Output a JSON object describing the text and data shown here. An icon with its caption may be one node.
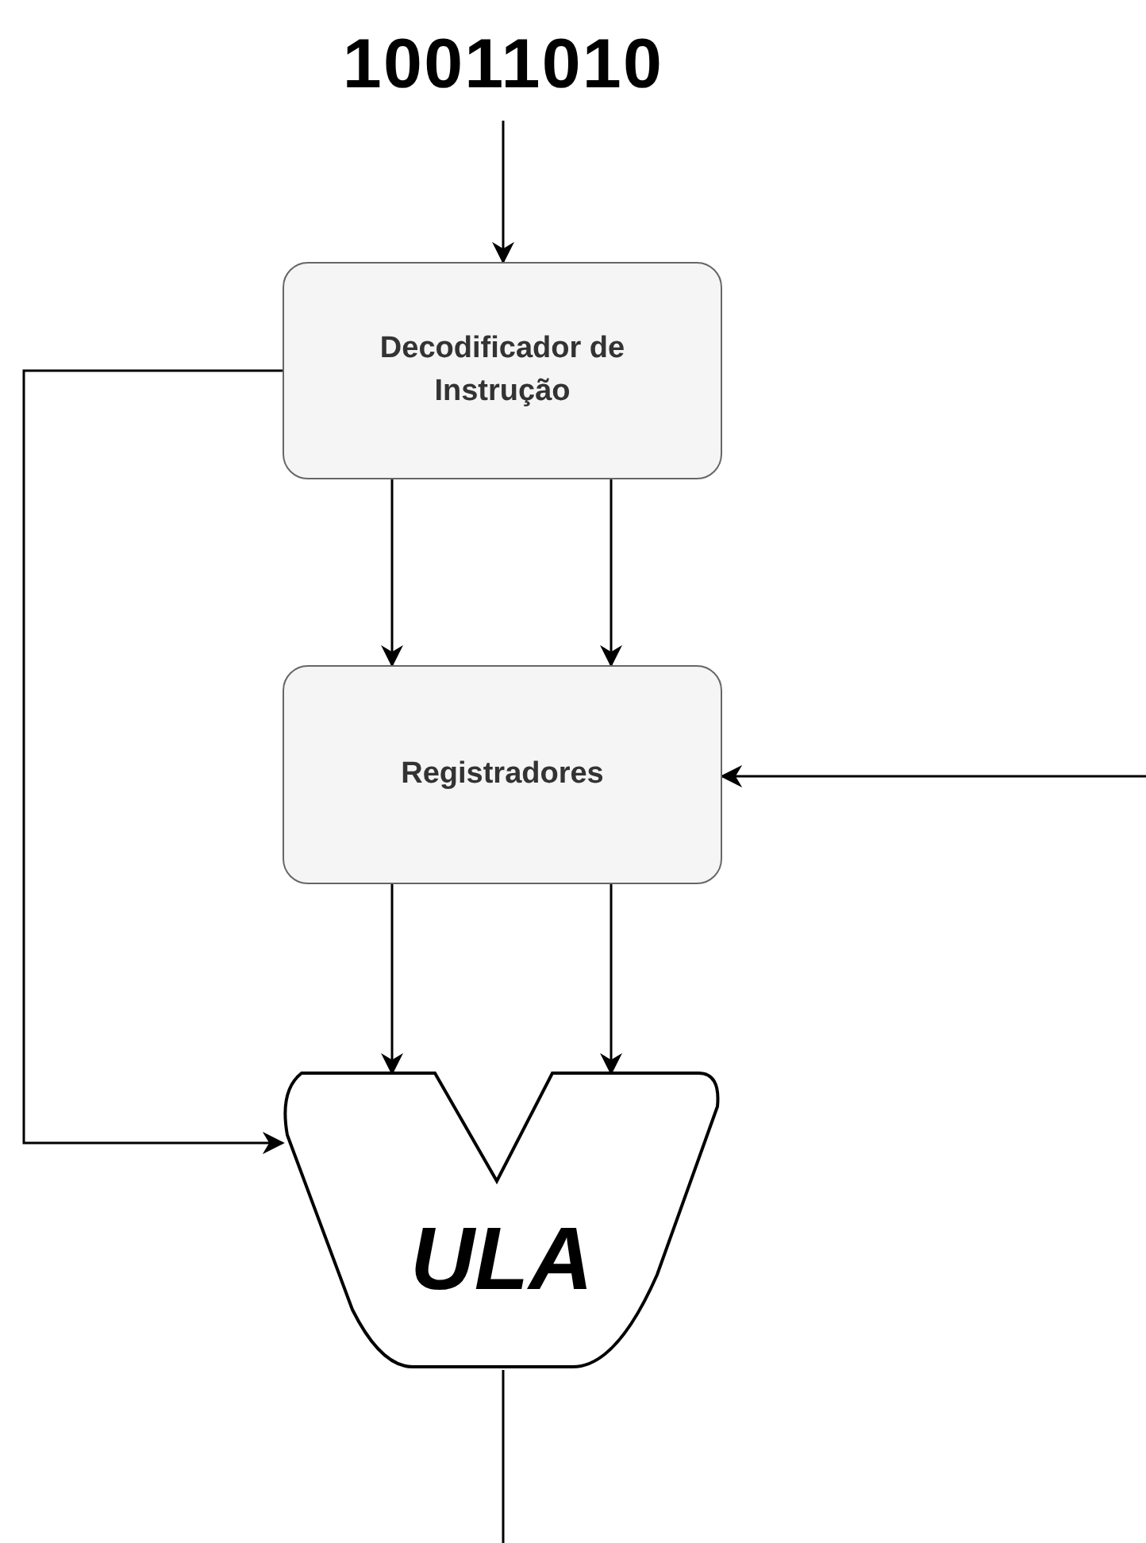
{
  "diagram": {
    "nodes": [
      {
        "text": [
          "10011010"
        ]
      },
      {
        "text": [
          "Decodificador de Instrução"
        ]
      },
      {
        "text": [
          "Registradores"
        ]
      },
      {
        "text": [
          "ULA"
        ]
      }
    ],
    "edges": [
      {
        "from": 0,
        "to": 1,
        "arrow": "to"
      },
      {
        "from": 1,
        "to": 2,
        "arrow": "to"
      },
      {
        "from": 1,
        "to": 2,
        "arrow": "to"
      },
      {
        "from": 2,
        "to": 3,
        "arrow": "to"
      },
      {
        "from": 2,
        "to": 3,
        "arrow": "to"
      },
      {
        "from": 1,
        "to": 3,
        "arrow": "to"
      },
      {
        "from": null,
        "to": 2,
        "arrow": "to"
      },
      {
        "from": 3,
        "to": null,
        "arrow": "none"
      }
    ]
  }
}
